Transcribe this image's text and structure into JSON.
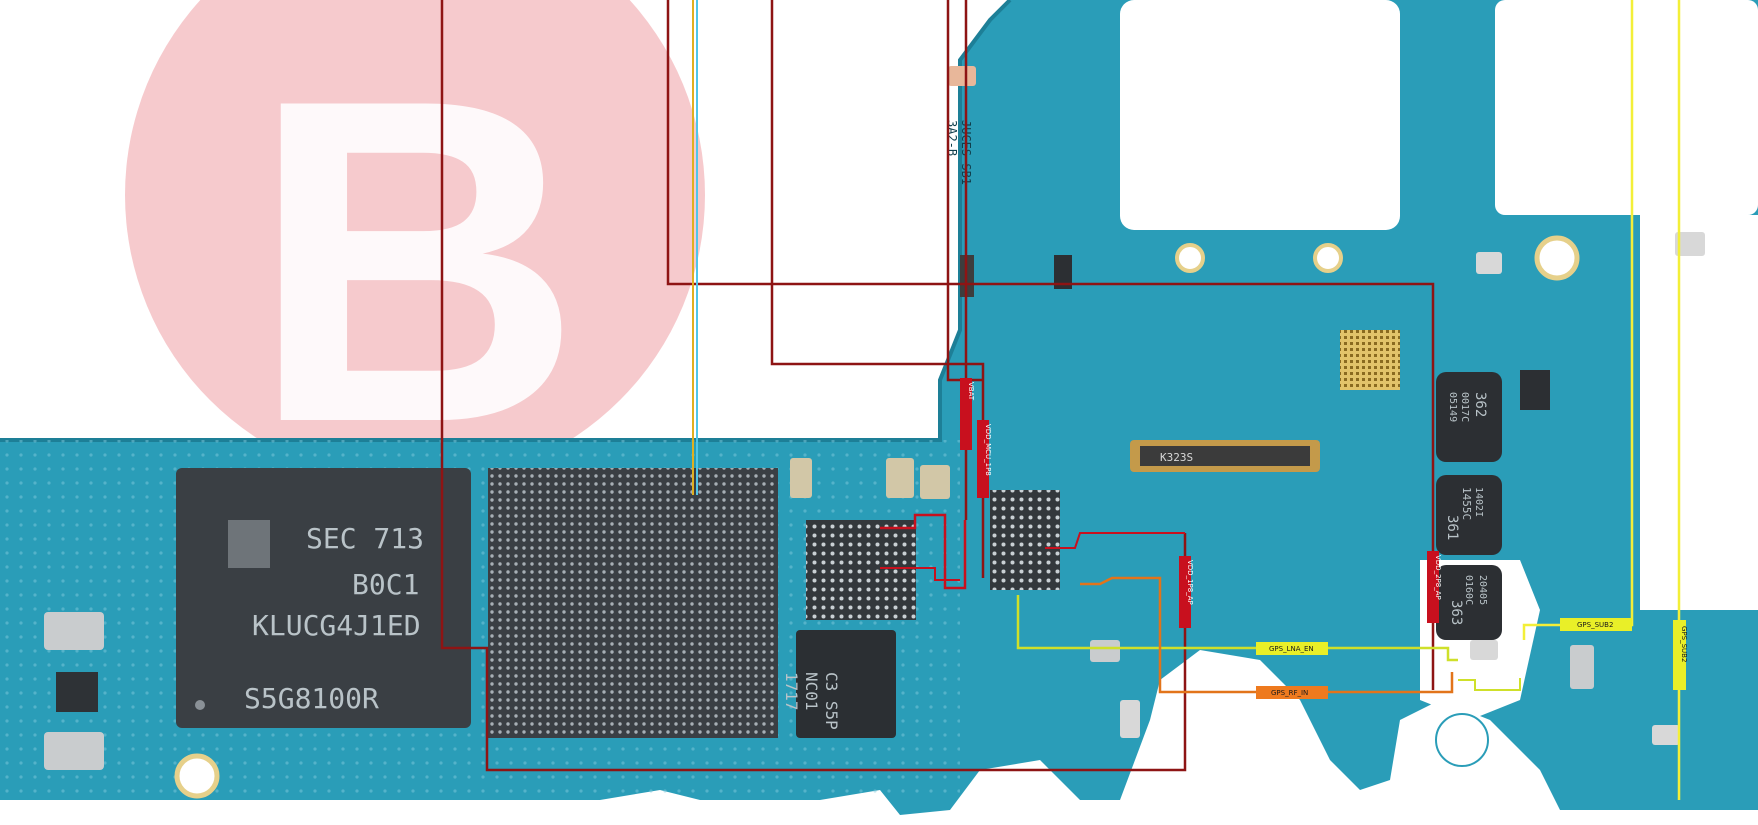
{
  "watermark": {
    "text": "B"
  },
  "chips": {
    "memory": {
      "lines": [
        "SEC 713",
        "B0C1",
        "KLUCG4J1ED",
        "S5G8100R"
      ]
    },
    "small_ic": {
      "lines": [
        "C3 S5P",
        "NC01",
        "1717"
      ]
    },
    "connector": {
      "text": "K323S"
    },
    "inductor_1": {
      "lines": [
        "362",
        "0017C",
        "05149"
      ]
    },
    "inductor_2": {
      "lines": [
        "1402I",
        "1455C",
        "361"
      ]
    },
    "inductor_3": {
      "lines": [
        "20405",
        "0160C",
        "363"
      ]
    },
    "silkscreen": {
      "lines": [
        "JUCES-SB1",
        "3A2-B"
      ]
    }
  },
  "net_labels": {
    "vbat": "VBAT",
    "vdd_mcu": "VDD_MCU_1P8",
    "vdd_1p8_ap": "VDD_1P8_AP",
    "vdd_2p8_ap": "VDD_2P8_AP",
    "gps_lna_en": "GPS_LNA_EN",
    "gps_rf_in": "GPS_RF_IN",
    "gps_sub2_h": "GPS_SUB2",
    "gps_sub2_v": "GPS_SUB2"
  },
  "colors": {
    "pcb": "#2a9db8",
    "pcb_dark": "#1d7f97",
    "trace_dark_red": "#8e1414",
    "trace_red": "#c8101e",
    "trace_yellow_green": "#cfe02a",
    "trace_orange": "#e2741a",
    "trace_yellow": "#f3ef38",
    "label_yellow": "#e9ef28",
    "label_orange": "#ee7a1e",
    "watermark": "#f2b4b8"
  }
}
